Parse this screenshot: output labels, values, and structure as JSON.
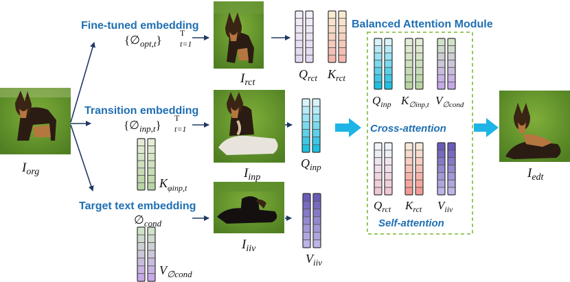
{
  "module_title": "Balanced Attention Module",
  "cross_attention": "Cross-attention",
  "self_attention": "Self-attention",
  "embeddings": {
    "fine_tuned": {
      "title": "Fine-tuned embedding",
      "formula": "{∅opt,t}T t=1",
      "f_main": "{∅",
      "f_sub": "opt,t",
      "f_close": "}",
      "f_sup": "T",
      "f_low": "t=1"
    },
    "transition": {
      "title": "Transition embedding",
      "formula": "{∅inp,t}T t=1",
      "f_main": "{∅",
      "f_sub": "inp,t",
      "f_close": "}",
      "f_sup": "T",
      "f_low": "t=1"
    },
    "target_text": {
      "title": "Target text embedding",
      "formula": "∅cond",
      "f_main": "∅",
      "f_sub": "cond"
    }
  },
  "images": {
    "org": {
      "label": "I_org",
      "main": "I",
      "sub": "org"
    },
    "rct": {
      "label": "I_rct",
      "main": "I",
      "sub": "rct"
    },
    "inp": {
      "label": "I_inp",
      "main": "I",
      "sub": "inp"
    },
    "iiv": {
      "label": "I_iiv",
      "main": "I",
      "sub": "iiv"
    },
    "edt": {
      "label": "I_edt",
      "main": "I",
      "sub": "edt"
    }
  },
  "vectors": {
    "q_rct": {
      "main": "Q",
      "sub": "rct"
    },
    "k_rct": {
      "main": "K",
      "sub": "rct"
    },
    "q_inp": {
      "main": "Q",
      "sub": "inp"
    },
    "k_phi_inp_t": {
      "main": "K",
      "sub": "φinp,t"
    },
    "v_iiv": {
      "main": "V",
      "sub": "iiv"
    },
    "v_cond": {
      "main": "V",
      "sub": "∅cond"
    },
    "m_q_inp": {
      "main": "Q",
      "sub": "inp"
    },
    "m_k_inp_t": {
      "main": "K",
      "sub": "∅inp,t"
    },
    "m_v_cond": {
      "main": "V",
      "sub": "∅cond"
    },
    "m_q_rct": {
      "main": "Q",
      "sub": "rct"
    },
    "m_k_rct": {
      "main": "K",
      "sub": "rct"
    },
    "m_v_iiv": {
      "main": "V",
      "sub": "iiv"
    }
  },
  "colors": {
    "title_blue": "#1f6fb2",
    "dashed_green": "#8bc34a",
    "arrow_navy": "#1f3864",
    "arrow_cyan": "#1fb4e6",
    "lavender": [
      "#f3eef8",
      "#e2d8f0"
    ],
    "peach_pink": [
      "#f8ecd0",
      "#f3b7b0"
    ],
    "cyan": [
      "#d8f4fb",
      "#1ec0e0"
    ],
    "green": [
      "#e4ecd6",
      "#b8d4a4"
    ],
    "greenpurple": [
      "#cfe3c8",
      "#c6a8e8"
    ],
    "indigo": [
      "#6b5bb8",
      "#bdb5e6"
    ],
    "lightpink": [
      "#eef3fb",
      "#f0c8d4"
    ],
    "salmon": [
      "#f8e8d8",
      "#f49a94"
    ]
  }
}
